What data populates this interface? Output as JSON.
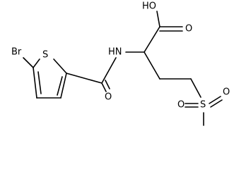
{
  "molecule": {
    "atoms": {
      "br": "Br",
      "s_ring": "S",
      "hn": "HN",
      "o_amide": "O",
      "oh": "HO",
      "o_acid": "O",
      "s_sulfonyl": "S",
      "o_sulfonyl_left": "O",
      "o_sulfonyl_right": "O"
    }
  }
}
